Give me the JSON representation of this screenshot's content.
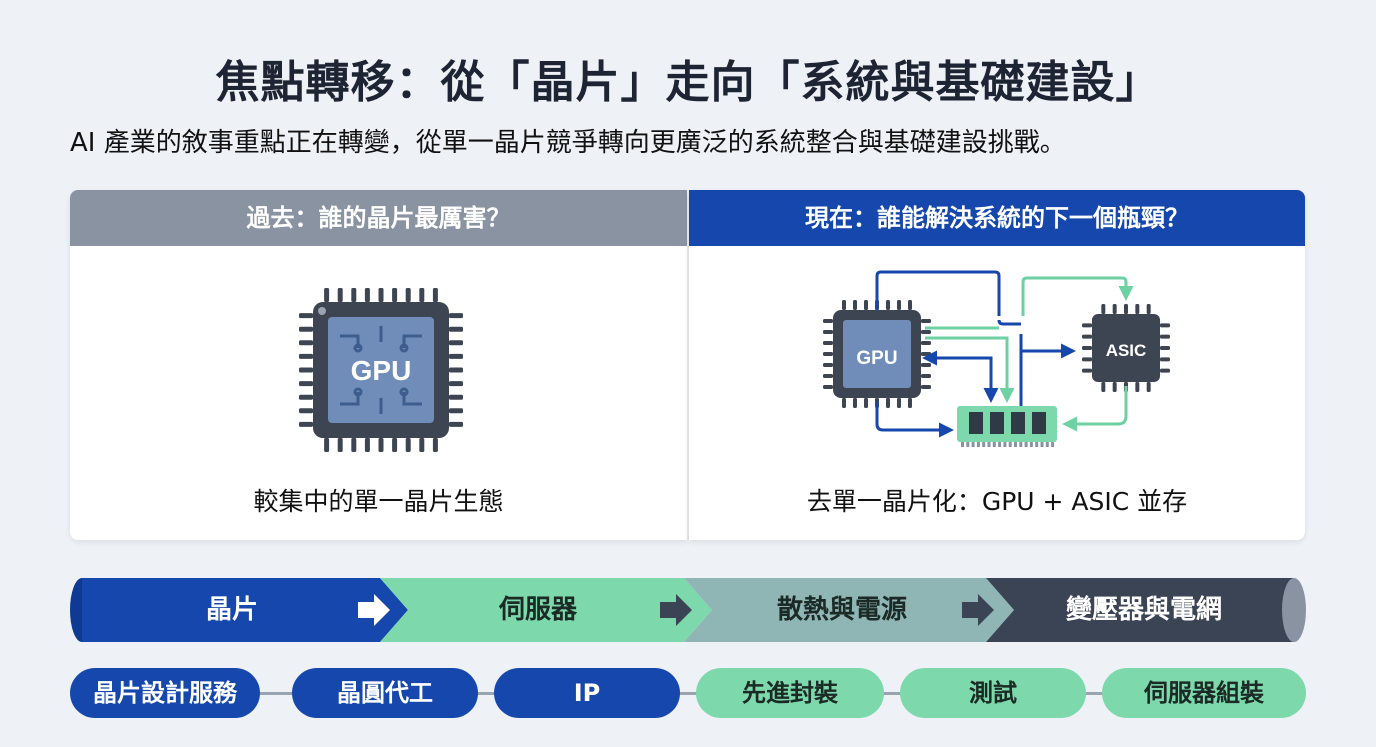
{
  "title": "焦點轉移：從「晶片」走向「系統與基礎建設」",
  "subtitle": "AI 產業的敘事重點正在轉變，從單一晶片競爭轉向更廣泛的系統整合與基礎建設挑戰。",
  "left_panel": {
    "header": "過去：誰的晶片最厲害？",
    "chip_label": "GPU",
    "caption": "較集中的單一晶片生態"
  },
  "right_panel": {
    "header": "現在：誰能解決系統的下一個瓶頸？",
    "gpu_label": "GPU",
    "asic_label": "ASIC",
    "caption": "去單一晶片化：GPU + ASIC 並存"
  },
  "flow": {
    "stages": [
      "晶片",
      "伺服器",
      "散熱與電源",
      "變壓器與電網"
    ],
    "colors": [
      "#1647ad",
      "#7dd8ac",
      "#8fb5b5",
      "#3b4454"
    ]
  },
  "pills": [
    {
      "label": "晶片設計服務",
      "style": "blue"
    },
    {
      "label": "晶圓代工",
      "style": "blue"
    },
    {
      "label": "IP",
      "style": "blue"
    },
    {
      "label": "先進封裝",
      "style": "green"
    },
    {
      "label": "測試",
      "style": "green"
    },
    {
      "label": "伺服器組裝",
      "style": "green"
    }
  ]
}
